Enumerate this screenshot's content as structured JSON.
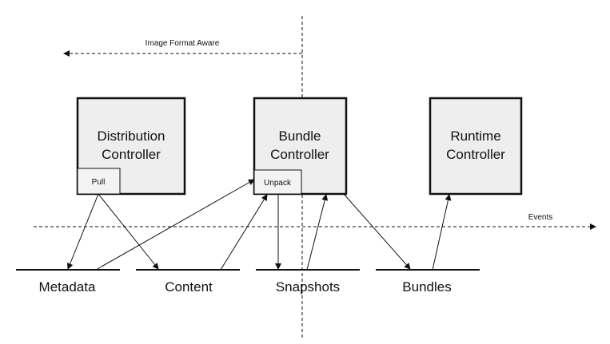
{
  "diagram": {
    "annotations": {
      "image_format_aware": "Image Format Aware",
      "events": "Events"
    },
    "controllers": [
      {
        "id": "distribution",
        "line1": "Distribution",
        "line2": "Controller",
        "sub": "Pull"
      },
      {
        "id": "bundle",
        "line1": "Bundle",
        "line2": "Controller",
        "sub": "Unpack"
      },
      {
        "id": "runtime",
        "line1": "Runtime",
        "line2": "Controller",
        "sub": ""
      }
    ],
    "stores": [
      "Metadata",
      "Content",
      "Snapshots",
      "Bundles"
    ]
  },
  "colors": {
    "box_fill": "#eeeeee",
    "sub_fill": "#f3f3f3",
    "stroke": "#111111"
  }
}
